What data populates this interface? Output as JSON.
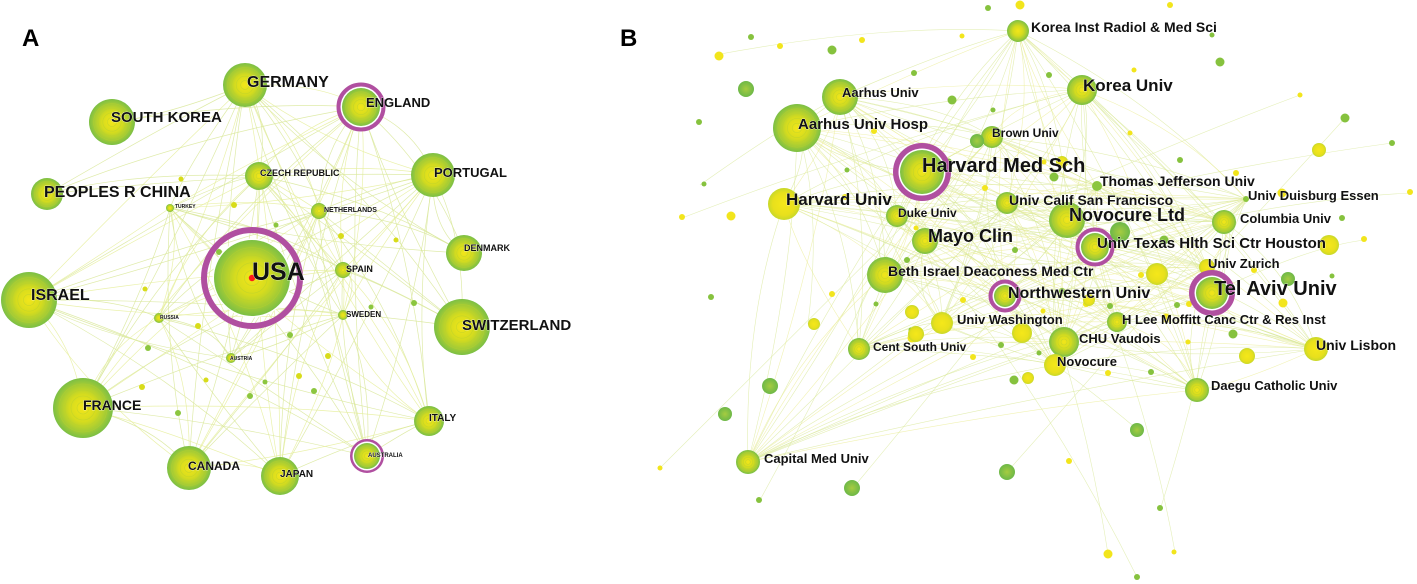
{
  "panels": [
    {
      "letter": "A",
      "nodes": [
        {
          "id": "usa",
          "label": "USA",
          "ring": true,
          "center": "red"
        },
        {
          "id": "germany",
          "label": "GERMANY"
        },
        {
          "id": "england",
          "label": "ENGLAND",
          "ring": true
        },
        {
          "id": "south_korea",
          "label": "SOUTH KOREA"
        },
        {
          "id": "czech",
          "label": "CZECH REPUBLIC"
        },
        {
          "id": "portugal",
          "label": "PORTUGAL"
        },
        {
          "id": "china",
          "label": "PEOPLES R CHINA"
        },
        {
          "id": "turkey",
          "label": "TURKEY"
        },
        {
          "id": "netherlands",
          "label": "NETHERLANDS"
        },
        {
          "id": "denmark",
          "label": "DENMARK"
        },
        {
          "id": "spain",
          "label": "SPAIN"
        },
        {
          "id": "israel",
          "label": "ISRAEL"
        },
        {
          "id": "switzerland",
          "label": "SWITZERLAND"
        },
        {
          "id": "sweden",
          "label": "SWEDEN"
        },
        {
          "id": "russia",
          "label": "RUSSIA"
        },
        {
          "id": "austria",
          "label": "AUSTRIA"
        },
        {
          "id": "france",
          "label": "FRANCE"
        },
        {
          "id": "italy",
          "label": "ITALY"
        },
        {
          "id": "australia",
          "label": "AUSTRALIA",
          "ring": true
        },
        {
          "id": "canada",
          "label": "CANADA"
        },
        {
          "id": "japan",
          "label": "JAPAN"
        }
      ]
    },
    {
      "letter": "B",
      "nodes": [
        {
          "id": "korea_inst",
          "label": "Korea Inst Radiol & Med Sci"
        },
        {
          "id": "aarhus_univ",
          "label": "Aarhus Univ"
        },
        {
          "id": "korea_univ",
          "label": "Korea Univ"
        },
        {
          "id": "aarhus_hosp",
          "label": "Aarhus Univ Hosp"
        },
        {
          "id": "brown",
          "label": "Brown Univ"
        },
        {
          "id": "harvard_med",
          "label": "Harvard Med Sch",
          "ring": true
        },
        {
          "id": "thomas_jefferson",
          "label": "Thomas Jefferson Univ"
        },
        {
          "id": "duisburg",
          "label": "Univ Duisburg Essen"
        },
        {
          "id": "harvard_univ",
          "label": "Harvard Univ"
        },
        {
          "id": "ucsf",
          "label": "Univ Calif San Francisco"
        },
        {
          "id": "duke",
          "label": "Duke Univ"
        },
        {
          "id": "novocure_ltd",
          "label": "Novocure Ltd"
        },
        {
          "id": "columbia",
          "label": "Columbia Univ"
        },
        {
          "id": "mayo",
          "label": "Mayo Clin"
        },
        {
          "id": "ut_houston",
          "label": "Univ Texas Hlth Sci Ctr Houston",
          "ring": true
        },
        {
          "id": "zurich",
          "label": "Univ Zurich"
        },
        {
          "id": "bidmc",
          "label": "Beth Israel Deaconess Med Ctr"
        },
        {
          "id": "tel_aviv",
          "label": "Tel Aviv Univ",
          "ring": true
        },
        {
          "id": "northwestern",
          "label": "Northwestern Univ",
          "ring": true
        },
        {
          "id": "washington",
          "label": "Univ Washington"
        },
        {
          "id": "moffitt",
          "label": "H Lee Moffitt Canc Ctr & Res Inst"
        },
        {
          "id": "chuv",
          "label": "CHU Vaudois"
        },
        {
          "id": "cent_south",
          "label": "Cent South Univ"
        },
        {
          "id": "lisbon",
          "label": "Univ Lisbon"
        },
        {
          "id": "novocure",
          "label": "Novocure"
        },
        {
          "id": "daegu",
          "label": "Daegu Catholic Univ"
        },
        {
          "id": "capital",
          "label": "Capital Med Univ"
        }
      ]
    }
  ],
  "colors": {
    "node_outer": "#7bbf45",
    "node_mid": "#a8cc32",
    "node_inner": "#e2dc16",
    "ring": "#b04fa0",
    "edge": "#d9e89a",
    "center_dot": "#ff1a1a"
  }
}
